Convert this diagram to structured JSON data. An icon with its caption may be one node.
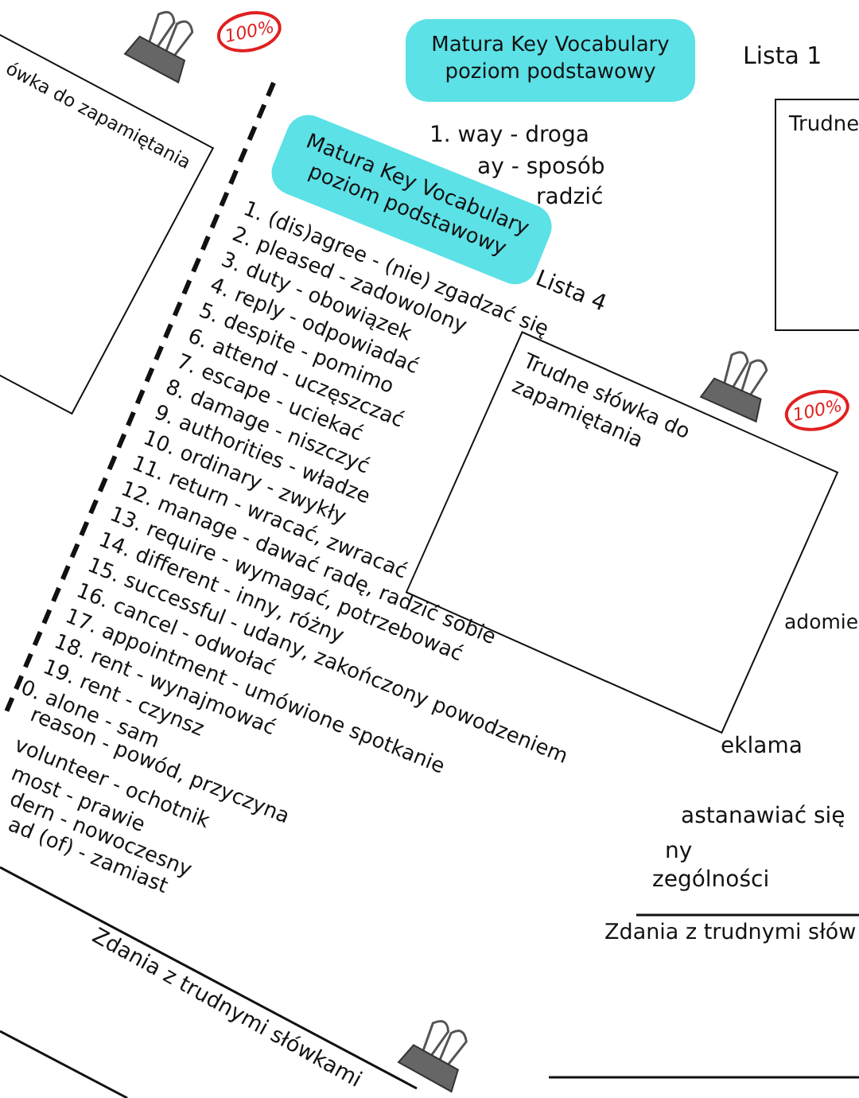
{
  "diagram": {
    "nodes": [
      {
        "text": [
          "ówka do zapamiętania"
        ]
      },
      {
        "text": [
          "Matura Key Vocabulary poziom podstawowy"
        ]
      },
      {
        "text": [
          "Matura Key Vocabulary poziom podstawowy"
        ]
      },
      {
        "text": [
          "Trudne"
        ]
      },
      {
        "text": [
          "Trudne słówka do zapamiętania"
        ]
      }
    ],
    "labels": [
      "100%",
      "Lista 1",
      "1. way - droga",
      "ay - sposób",
      "radzić",
      "Lista 4",
      "1. (dis)agree - (nie) zgadzać się",
      "2. pleased - zadowolony",
      "3. duty - obowiązek",
      "4. reply - odpowiadać",
      "5. despite - pomimo",
      "6. attend - uczęszczać",
      "7. escape - uciekać",
      "8. damage - niszczyć",
      "9. authorities - władze",
      "10. ordinary - zwykły",
      "11. return - wracać, zwracać",
      "12. manage - dawać radę, radzić sobie",
      "13. require - wymagać, potrzebować",
      "14. different - inny, różny",
      "15. successful - udany, zakończony powodzeniem",
      "16. cancel - odwołać",
      "17. appointment - umówione spotkanie",
      "18. rent - wynajmować",
      "19. rent - czynsz",
      "0. alone - sam",
      "reason - powód, przyczyna",
      "volunteer - ochotnik",
      "most - prawie",
      "dern - nowoczesny",
      "ad (of) - zamiast",
      "100%",
      "adomie",
      "eklama",
      "astanawiać się",
      "ny",
      "zególności",
      "Zdania z trudnymi słów",
      "Zdania z trudnymi słówkami"
    ]
  }
}
